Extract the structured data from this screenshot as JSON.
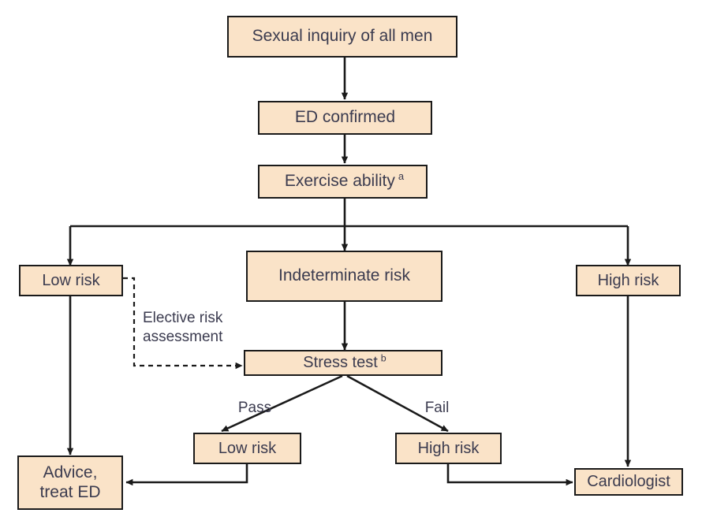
{
  "diagram": {
    "title": "Sexual inquiry and erectile dysfunction risk stratification flowchart",
    "colors": {
      "node_fill": "#FAE3C8",
      "node_border": "#1a1a1a",
      "text": "#3b3b4f",
      "connector": "#1a1a1a",
      "background": "#ffffff"
    },
    "nodes": [
      {
        "id": "sexual-inquiry",
        "label": "Sexual inquiry of all men",
        "sup": ""
      },
      {
        "id": "ed-confirmed",
        "label": "ED confirmed",
        "sup": ""
      },
      {
        "id": "exercise-ability",
        "label": "Exercise ability",
        "sup": "a"
      },
      {
        "id": "low-risk",
        "label": "Low risk",
        "sup": ""
      },
      {
        "id": "indeterminate-risk",
        "label": "Indeterminate risk",
        "sup": ""
      },
      {
        "id": "high-risk",
        "label": "High risk",
        "sup": ""
      },
      {
        "id": "stress-test",
        "label": "Stress test",
        "sup": "b"
      },
      {
        "id": "stress-low-risk",
        "label": "Low risk",
        "sup": ""
      },
      {
        "id": "stress-high-risk",
        "label": "High risk",
        "sup": ""
      },
      {
        "id": "advice-treat-ed",
        "label": "Advice,\ntreat ED",
        "sup": ""
      },
      {
        "id": "cardiologist",
        "label": "Cardiologist",
        "sup": ""
      }
    ],
    "edge_labels": [
      {
        "id": "elective-risk-assessment",
        "text": "Elective risk\nassessment"
      },
      {
        "id": "pass",
        "text": "Pass"
      },
      {
        "id": "fail",
        "text": "Fail"
      }
    ],
    "footnotes": [
      "a",
      "b"
    ]
  }
}
